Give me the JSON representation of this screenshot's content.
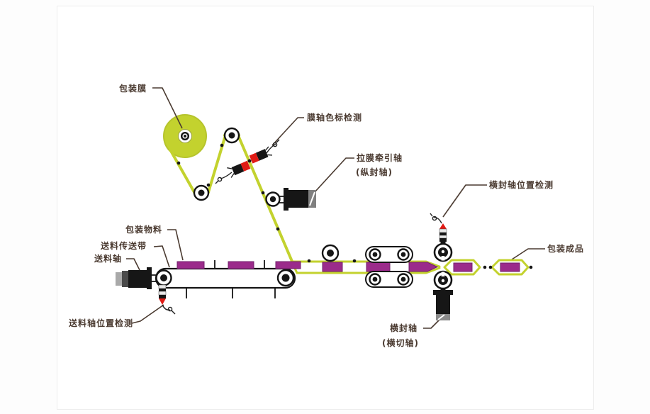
{
  "colors": {
    "film": "#c3d22e",
    "material": "#9b2b8b",
    "red": "#e01b15",
    "ink": "#4a3a30"
  },
  "labels": {
    "film_roll": "包装膜",
    "film_color_mark_detect": "膜轴色标检测",
    "film_pull_axis": "拉膜牵引轴",
    "film_pull_axis_sub": "(纵封轴)",
    "cross_seal_position_detect": "横封轴位置检测",
    "packaging_material": "包装物料",
    "feed_conveyor": "送料传送带",
    "feed_axis": "送料轴",
    "feed_axis_position_detect": "送料轴位置检测",
    "cross_seal_axis": "横封轴",
    "cross_seal_axis_sub": "(横切轴)",
    "finished_product": "包装成品"
  }
}
